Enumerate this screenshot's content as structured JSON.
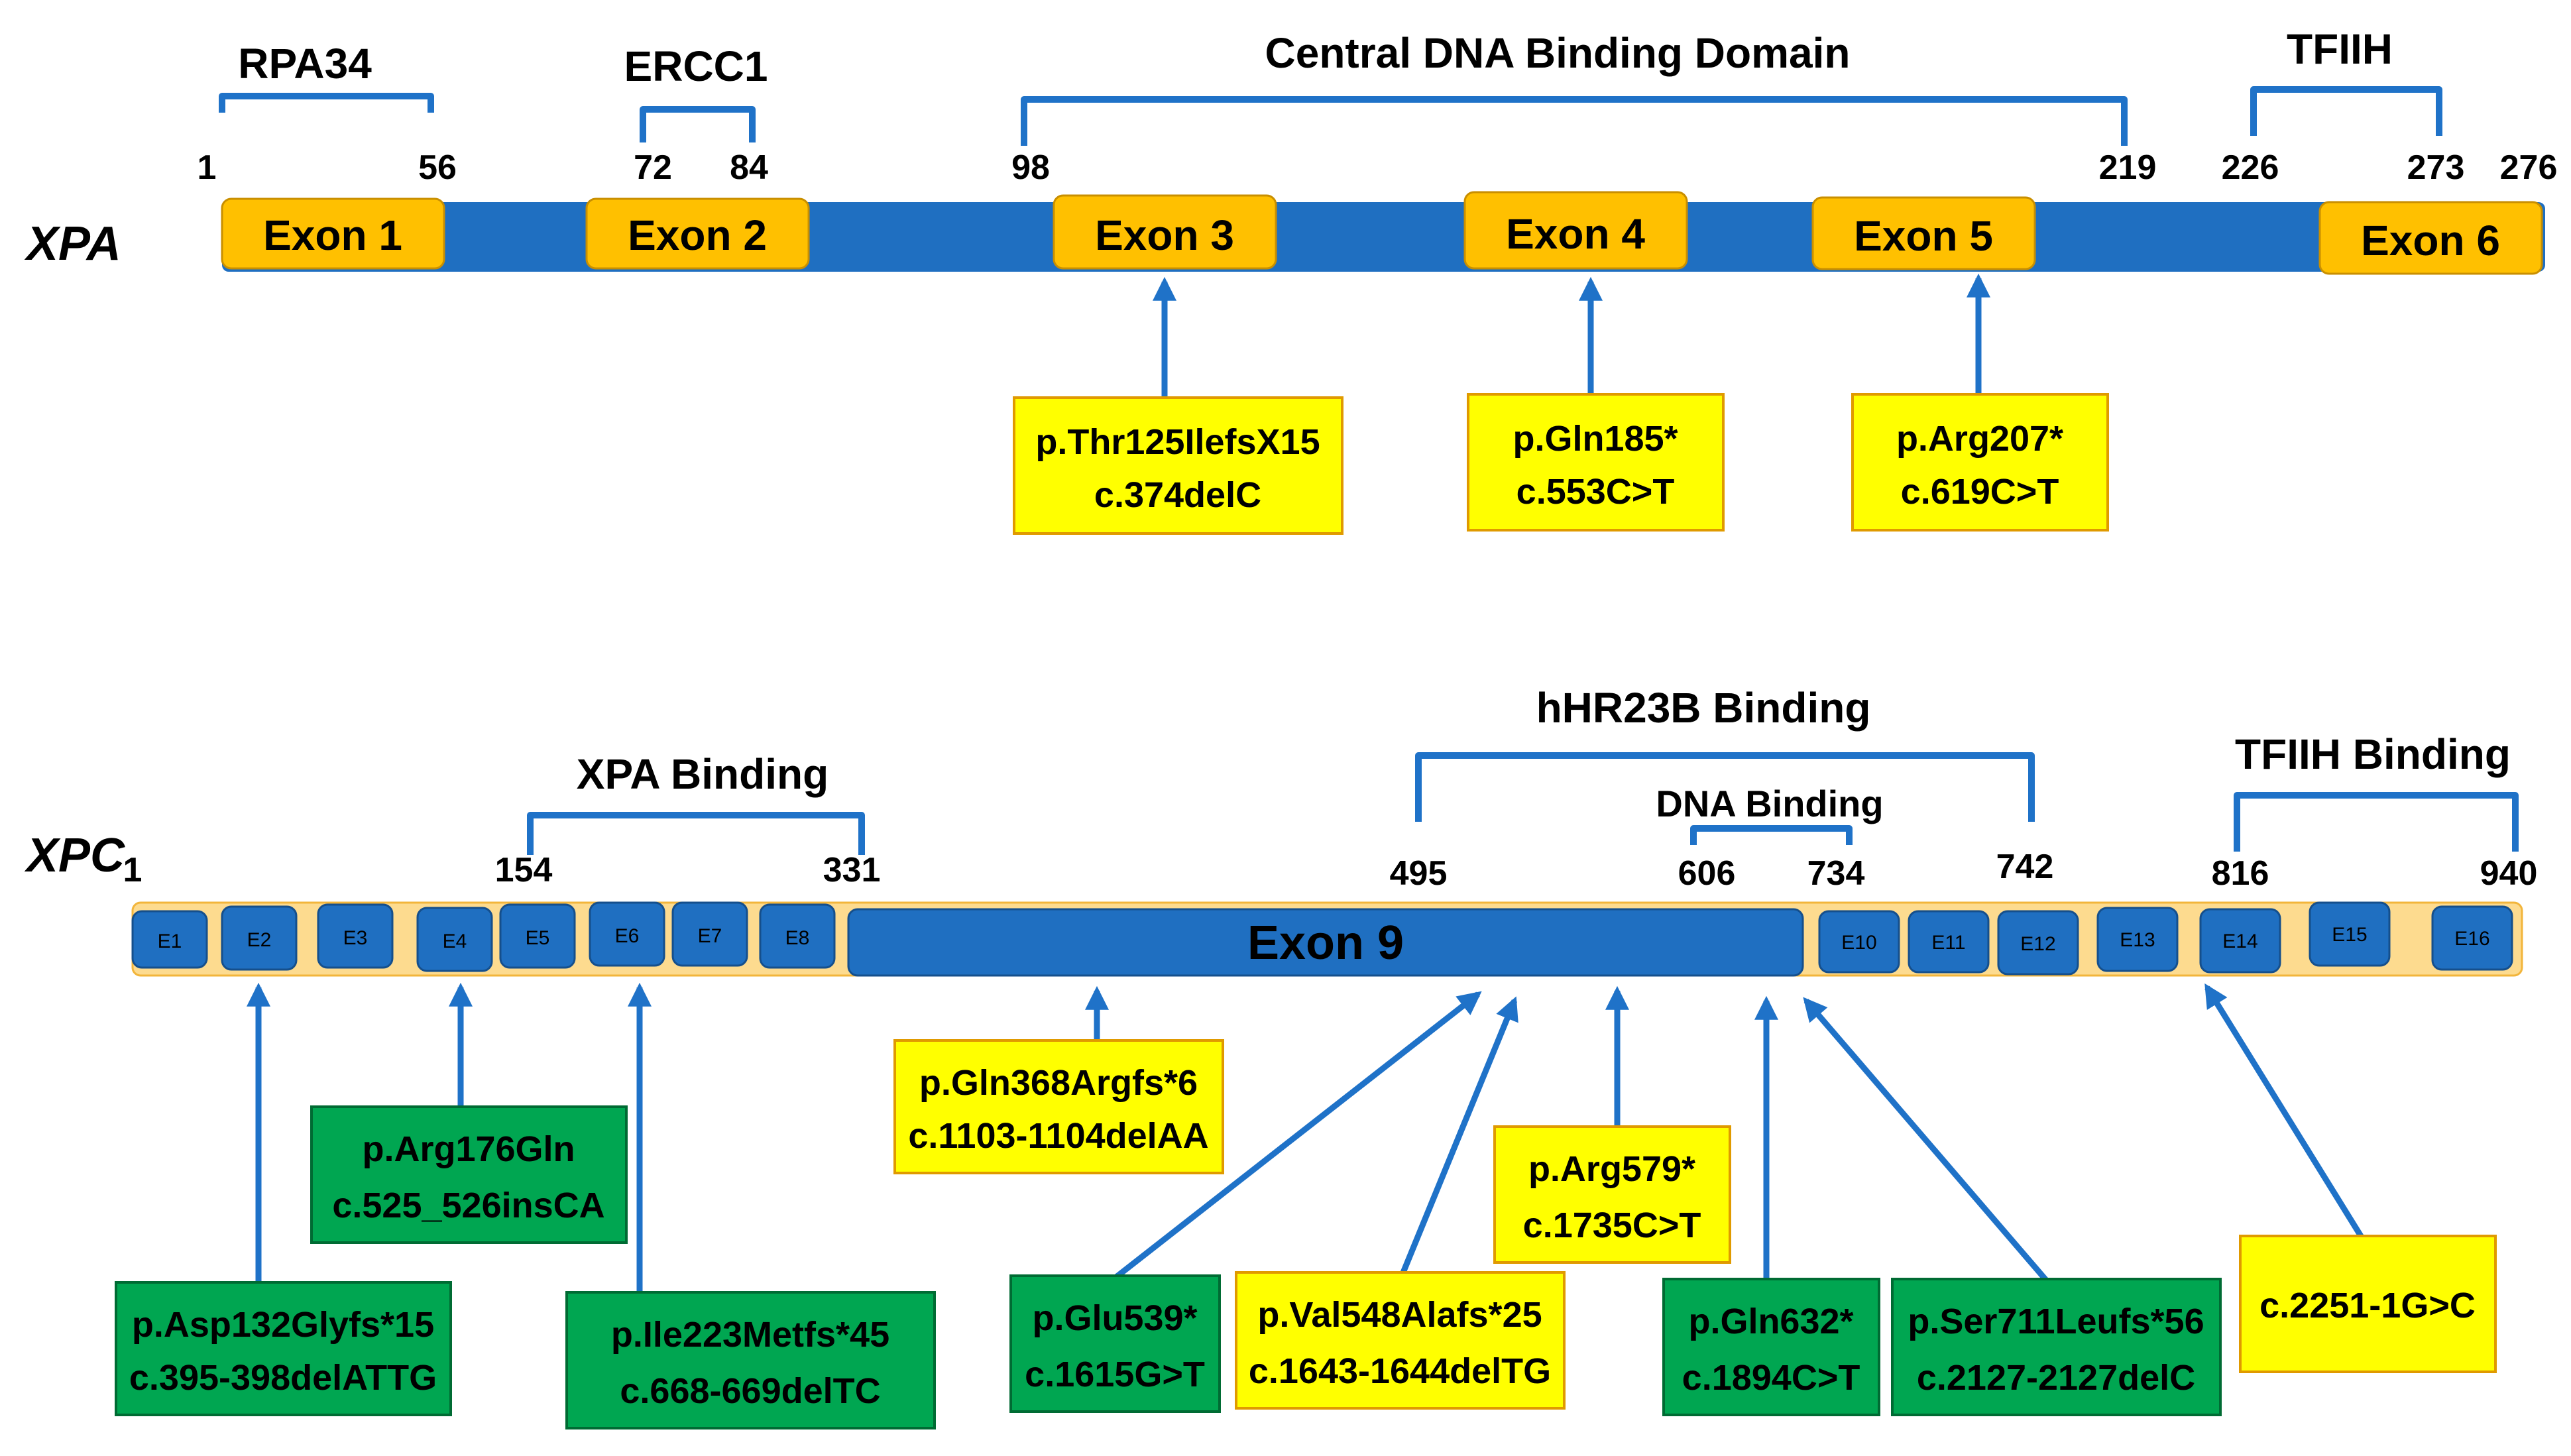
{
  "xpa": {
    "gene_label": "XPA",
    "domains": [
      {
        "id": "rpa34",
        "label": "RPA34"
      },
      {
        "id": "ercc1",
        "label": "ERCC1"
      },
      {
        "id": "central",
        "label": "Central DNA Binding Domain"
      },
      {
        "id": "tfiih",
        "label": "TFIIH"
      }
    ],
    "positions": [
      "1",
      "56",
      "72",
      "84",
      "98",
      "219",
      "226",
      "273",
      "276"
    ],
    "exons": [
      "Exon 1",
      "Exon 2",
      "Exon 3",
      "Exon 4",
      "Exon 5",
      "Exon 6"
    ],
    "mutations": [
      {
        "protein": "p.Thr125IlefsX15",
        "cdna": "c.374delC",
        "status": "yellow"
      },
      {
        "protein": "p.Gln185*",
        "cdna": "c.553C>T",
        "status": "yellow"
      },
      {
        "protein": "p.Arg207*",
        "cdna": "c.619C>T",
        "status": "yellow"
      }
    ]
  },
  "xpc": {
    "gene_label": "XPC",
    "domains": [
      {
        "id": "xpa",
        "label": "XPA Binding"
      },
      {
        "id": "hhr23b",
        "label": "hHR23B Binding"
      },
      {
        "id": "dna",
        "label": "DNA Binding"
      },
      {
        "id": "tfiih",
        "label": "TFIIH Binding"
      }
    ],
    "positions": [
      "1",
      "154",
      "331",
      "495",
      "606",
      "734",
      "742",
      "816",
      "940"
    ],
    "exons": [
      "E1",
      "E2",
      "E3",
      "E4",
      "E5",
      "E6",
      "E7",
      "E8",
      "Exon 9",
      "E10",
      "E11",
      "E12",
      "E13",
      "E14",
      "E15",
      "E16"
    ],
    "mutations": [
      {
        "protein": "p.Asp132Glyfs*15",
        "cdna": "c.395-398delATTG",
        "status": "green"
      },
      {
        "protein": "p.Arg176Gln",
        "cdna": "c.525_526insCA",
        "status": "green"
      },
      {
        "protein": "p.Ile223Metfs*45",
        "cdna": "c.668-669delTC",
        "status": "green"
      },
      {
        "protein": "p.Gln368Argfs*6",
        "cdna": "c.1103-1104delAA",
        "status": "yellow"
      },
      {
        "protein": "p.Glu539*",
        "cdna": "c.1615G>T",
        "status": "green"
      },
      {
        "protein": "p.Val548Alafs*25",
        "cdna": "c.1643-1644delTG",
        "status": "yellow"
      },
      {
        "protein": "p.Arg579*",
        "cdna": "c.1735C>T",
        "status": "yellow"
      },
      {
        "protein": "p.Gln632*",
        "cdna": "c.1894C>T",
        "status": "green"
      },
      {
        "protein": "p.Ser711Leufs*56",
        "cdna": "c.2127-2127delC",
        "status": "green"
      },
      {
        "protein": "",
        "cdna": "c.2251-1G>C",
        "status": "yellow"
      }
    ]
  },
  "colors": {
    "blue": "#1f6fc1",
    "bracket": "#1f72c8",
    "exon_orange": "#ffc000",
    "exon_orange_border": "#c98f00",
    "xpc_track": "#fddb8f",
    "box_yellow": "#ffff00",
    "box_green": "#00a651",
    "arrow": "#1f72c8"
  }
}
